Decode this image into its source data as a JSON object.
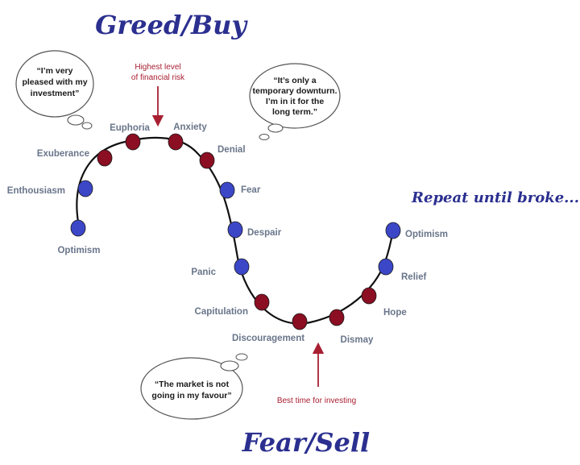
{
  "titles": {
    "top": "Greed/Buy",
    "bottom": "Fear/Sell",
    "repeat": "Repeat until broke..."
  },
  "annotations": {
    "highest_risk": [
      "Highest level",
      "of financial risk"
    ],
    "best_time": "Best time for investing"
  },
  "bubbles": {
    "pleased": [
      "“I’m very",
      "pleased with my",
      "investment”"
    ],
    "downturn": [
      "“It’s only a",
      "temporary downturn.",
      "I’m in it for the",
      "long term.”"
    ],
    "market": [
      "“The market is not",
      "going in my favour”"
    ]
  },
  "stages": [
    {
      "label": "Optimism",
      "color": "blue"
    },
    {
      "label": "Enthousiasm",
      "color": "blue"
    },
    {
      "label": "Exuberance",
      "color": "red"
    },
    {
      "label": "Euphoria",
      "color": "red"
    },
    {
      "label": "Anxiety",
      "color": "red"
    },
    {
      "label": "Denial",
      "color": "red"
    },
    {
      "label": "Fear",
      "color": "blue"
    },
    {
      "label": "Despair",
      "color": "blue"
    },
    {
      "label": "Panic",
      "color": "blue"
    },
    {
      "label": "Capitulation",
      "color": "red"
    },
    {
      "label": "Discouragement",
      "color": "red"
    },
    {
      "label": "Dismay",
      "color": "red"
    },
    {
      "label": "Hope",
      "color": "red"
    },
    {
      "label": "Relief",
      "color": "blue"
    },
    {
      "label": "Optimism",
      "color": "blue"
    }
  ],
  "colors": {
    "blue": "#3c47c8",
    "red": "#8b0e22",
    "curve": "#111111",
    "arrow": "#a81f32",
    "title": "#2b2f8f"
  }
}
